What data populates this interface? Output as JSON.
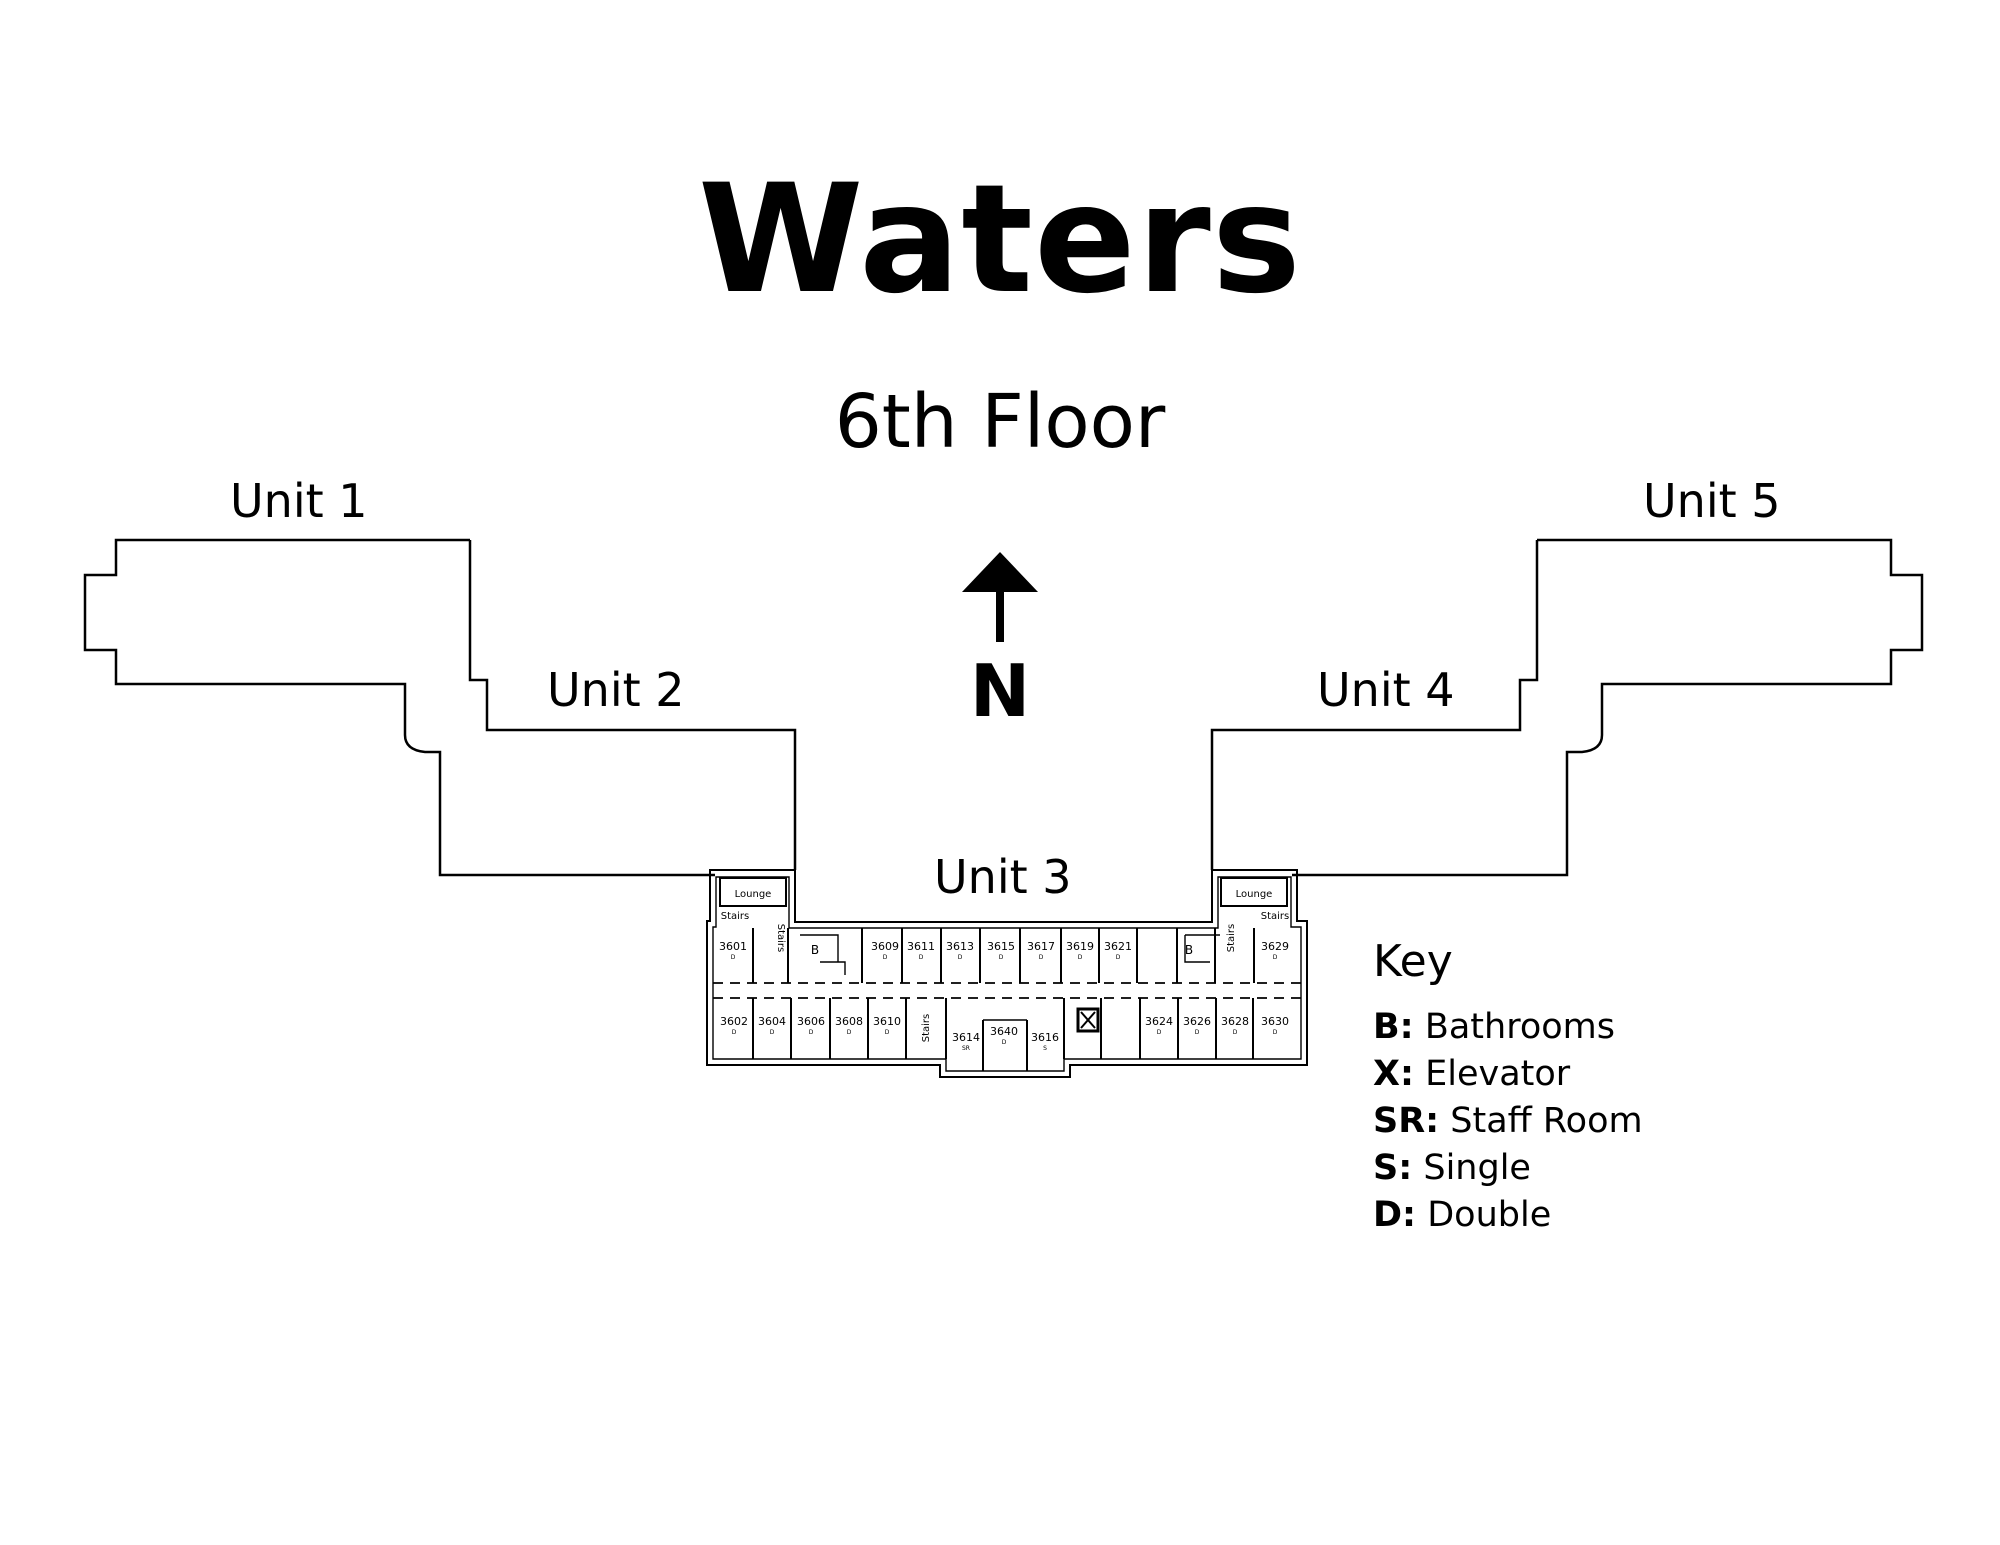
{
  "title": "Waters",
  "subtitle": "6th Floor",
  "compass": {
    "letter": "N",
    "icon": "north-arrow-icon"
  },
  "units": [
    {
      "id": "unit-1",
      "label": "Unit 1"
    },
    {
      "id": "unit-2",
      "label": "Unit 2"
    },
    {
      "id": "unit-3",
      "label": "Unit 3"
    },
    {
      "id": "unit-4",
      "label": "Unit 4"
    },
    {
      "id": "unit-5",
      "label": "Unit 5"
    }
  ],
  "plan_labels": {
    "lounge": "Lounge",
    "stairs": "Stairs",
    "bathroom": "B"
  },
  "rooms_north": [
    {
      "number": "3601",
      "type": "D"
    },
    {
      "number": "3609",
      "type": "D"
    },
    {
      "number": "3611",
      "type": "D"
    },
    {
      "number": "3613",
      "type": "D"
    },
    {
      "number": "3615",
      "type": "D"
    },
    {
      "number": "3617",
      "type": "D"
    },
    {
      "number": "3619",
      "type": "D"
    },
    {
      "number": "3621",
      "type": "D"
    },
    {
      "number": "3629",
      "type": "D"
    }
  ],
  "rooms_south": [
    {
      "number": "3602",
      "type": "D"
    },
    {
      "number": "3604",
      "type": "D"
    },
    {
      "number": "3606",
      "type": "D"
    },
    {
      "number": "3608",
      "type": "D"
    },
    {
      "number": "3610",
      "type": "D"
    },
    {
      "number": "3614",
      "type": "SR"
    },
    {
      "number": "3640",
      "type": "D"
    },
    {
      "number": "3616",
      "type": "S"
    },
    {
      "number": "3624",
      "type": "D"
    },
    {
      "number": "3626",
      "type": "D"
    },
    {
      "number": "3628",
      "type": "D"
    },
    {
      "number": "3630",
      "type": "D"
    }
  ],
  "elevator_icon": "elevator-icon",
  "key": {
    "title": "Key",
    "items": [
      {
        "code": "B:",
        "label": "Bathrooms"
      },
      {
        "code": "X:",
        "label": "Elevator"
      },
      {
        "code": "SR:",
        "label": "Staff Room"
      },
      {
        "code": "S:",
        "label": "Single"
      },
      {
        "code": "D:",
        "label": "Double"
      }
    ]
  }
}
